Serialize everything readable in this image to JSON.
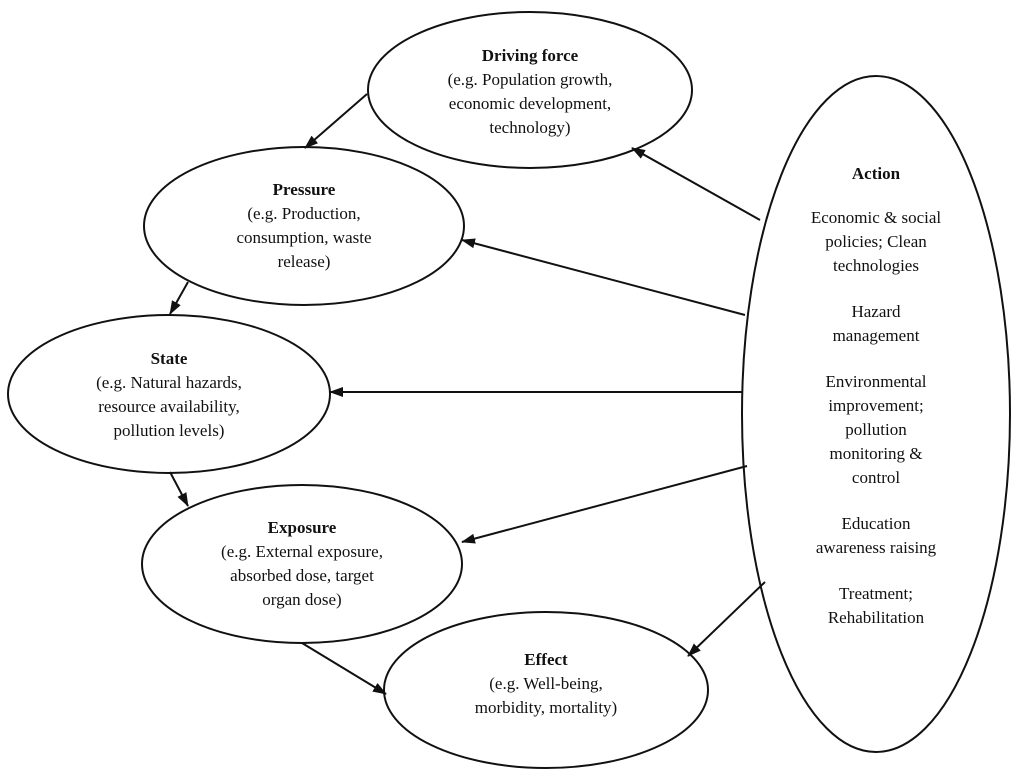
{
  "nodes": {
    "driving_force": {
      "title": "Driving force",
      "lines": [
        "(e.g. Population growth,",
        "economic development,",
        "technology)"
      ]
    },
    "pressure": {
      "title": "Pressure",
      "lines": [
        "(e.g. Production,",
        "consumption, waste",
        "release)"
      ]
    },
    "state": {
      "title": "State",
      "lines": [
        "(e.g. Natural hazards,",
        "resource availability,",
        "pollution levels)"
      ]
    },
    "exposure": {
      "title": "Exposure",
      "lines": [
        "(e.g. External exposure,",
        "absorbed dose, target",
        "organ dose)"
      ]
    },
    "effect": {
      "title": "Effect",
      "lines": [
        "(e.g. Well-being,",
        "morbidity, mortality)"
      ]
    }
  },
  "action": {
    "title": "Action",
    "items": [
      [
        "Economic & social",
        "policies; Clean",
        "technologies"
      ],
      [
        "Hazard",
        "management"
      ],
      [
        "Environmental",
        "improvement;",
        "pollution",
        "monitoring &",
        "control"
      ],
      [
        "Education",
        "awareness raising"
      ],
      [
        "Treatment;",
        "Rehabilitation"
      ]
    ]
  }
}
